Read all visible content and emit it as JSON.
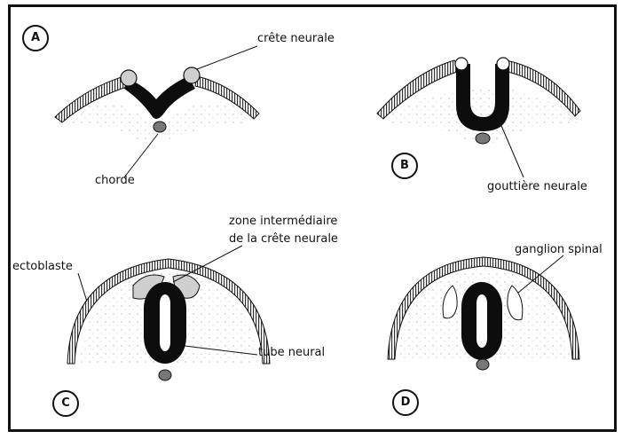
{
  "panels": [
    {
      "letter": "A"
    },
    {
      "letter": "B"
    },
    {
      "letter": "C"
    },
    {
      "letter": "D"
    }
  ],
  "labels": {
    "crete_neurale": "crête neurale",
    "chorde": "chorde",
    "gouttiere_neurale": "gouttière neurale",
    "zone_line1": "zone intermédiaire",
    "zone_line2": "de la crête neurale",
    "ectoblaste": "ectoblaste",
    "tube_neural": "tube neural",
    "ganglion_spinal": "ganglion spinal"
  },
  "colors": {
    "outline": "#111111",
    "neural_tissue": "#0d0d0d",
    "crest": "#cfcfcf"
  }
}
